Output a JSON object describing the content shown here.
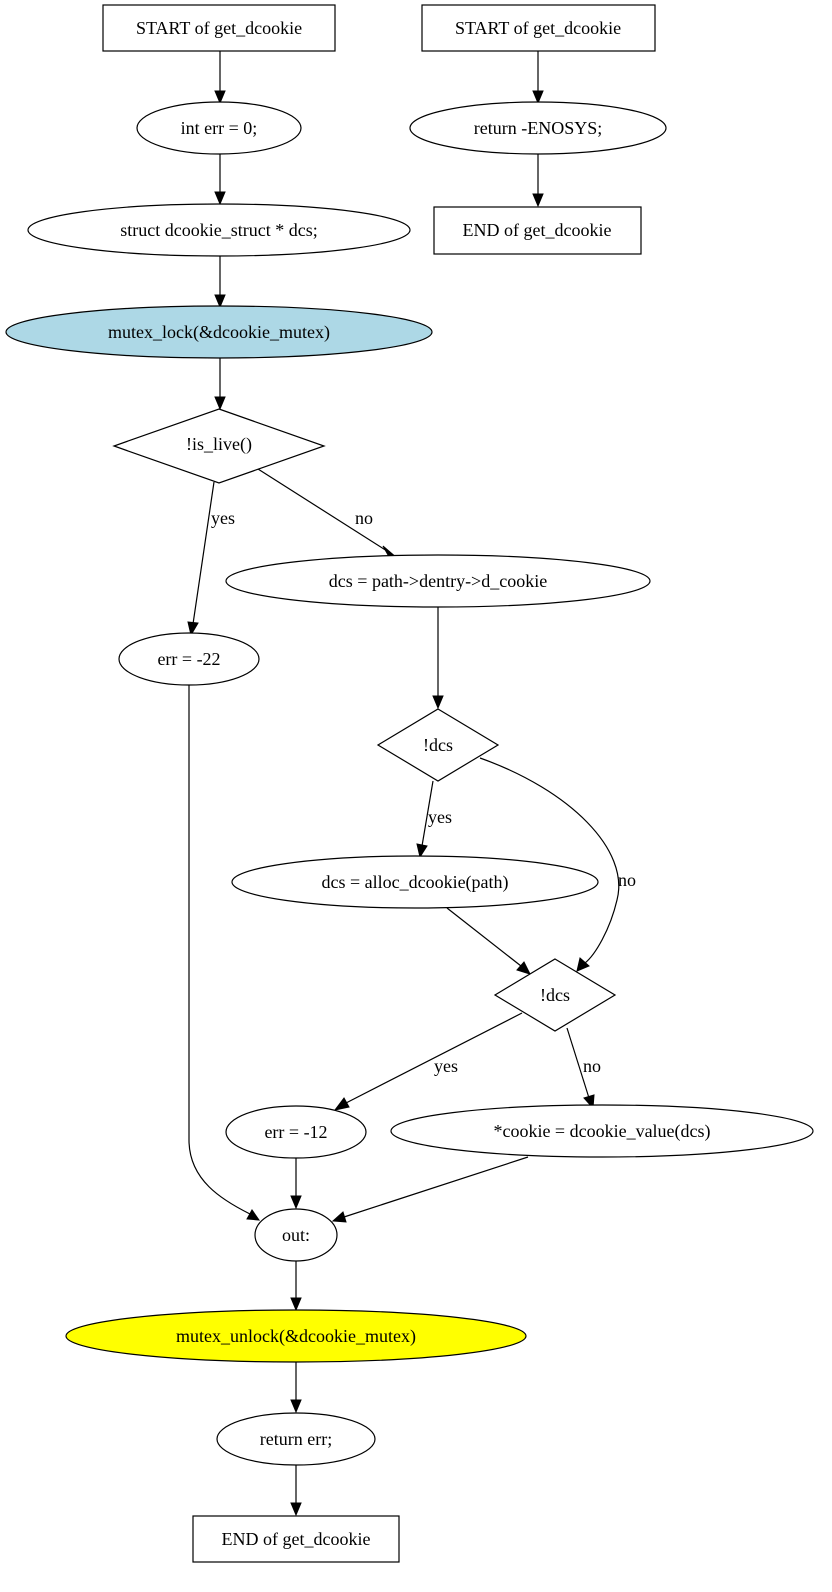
{
  "colors": {
    "lock_fill": "#add8e6",
    "unlock_fill": "#ffff00",
    "stroke": "#000000",
    "background": "#ffffff"
  },
  "nodes": {
    "l_start": "START of get_dcookie",
    "l_err_init": "int err = 0;",
    "l_dcs_decl": "struct dcookie_struct * dcs;",
    "l_lock": "mutex_lock(&dcookie_mutex)",
    "l_is_live": "!is_live()",
    "l_err22": "err = -22",
    "l_dcs_path": "dcs = path->dentry->d_cookie",
    "l_dcs_check1": "!dcs",
    "l_alloc": "dcs = alloc_dcookie(path)",
    "l_dcs_check2": "!dcs",
    "l_err12": "err = -12",
    "l_cookie_val": "*cookie = dcookie_value(dcs)",
    "l_out": "out:",
    "l_unlock": "mutex_unlock(&dcookie_mutex)",
    "l_return": "return err;",
    "l_end": "END of get_dcookie",
    "r_start": "START of get_dcookie",
    "r_return": "return -ENOSYS;",
    "r_end": "END of get_dcookie"
  },
  "edge_labels": {
    "is_live_yes": "yes",
    "is_live_no": "no",
    "dcs1_yes": "yes",
    "dcs1_no": "no",
    "dcs2_yes": "yes",
    "dcs2_no": "no"
  }
}
